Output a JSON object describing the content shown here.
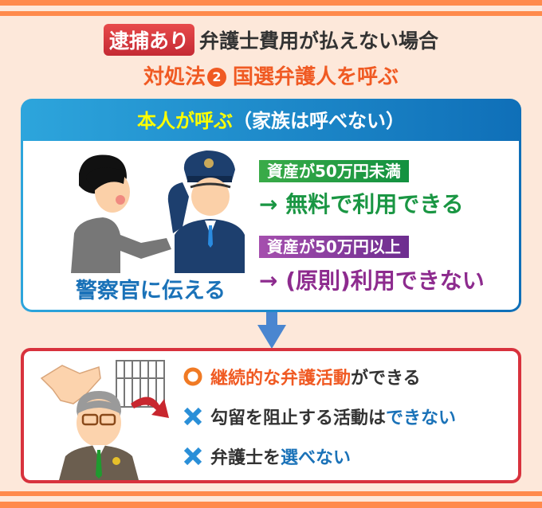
{
  "header": {
    "badge": "逮捕あり",
    "title": "弁護士費用が払えない場合",
    "subtitle_prefix": "対処法",
    "subtitle_number": "2",
    "subtitle_text": "国選弁護人を呼ぶ"
  },
  "box1": {
    "heading_highlight": "本人が呼ぶ",
    "heading_rest": "（家族は呼べない）",
    "illustration_caption": "警察官に伝える",
    "conditions": [
      {
        "tag": "資産が50万円未満",
        "result": "→ 無料で利用できる",
        "color": "#1a9643"
      },
      {
        "tag": "資産が50万円以上",
        "result": "→ (原則)利用できない",
        "color": "#8d2b8e"
      }
    ]
  },
  "box2": {
    "items": [
      {
        "icon": "circle-icon",
        "highlight": "継続的な弁護活動",
        "rest": "ができる"
      },
      {
        "icon": "cross-icon",
        "plain": "勾留を阻止する活動は",
        "highlight": "できない"
      },
      {
        "icon": "cross-icon",
        "plain": "弁護士を",
        "highlight": "選べない"
      }
    ]
  },
  "colors": {
    "stripe": "#ff8a4c",
    "background": "#fde8da",
    "accent_orange": "#f05a23",
    "blue": "#1a72b8",
    "red_border": "#d8323d"
  }
}
